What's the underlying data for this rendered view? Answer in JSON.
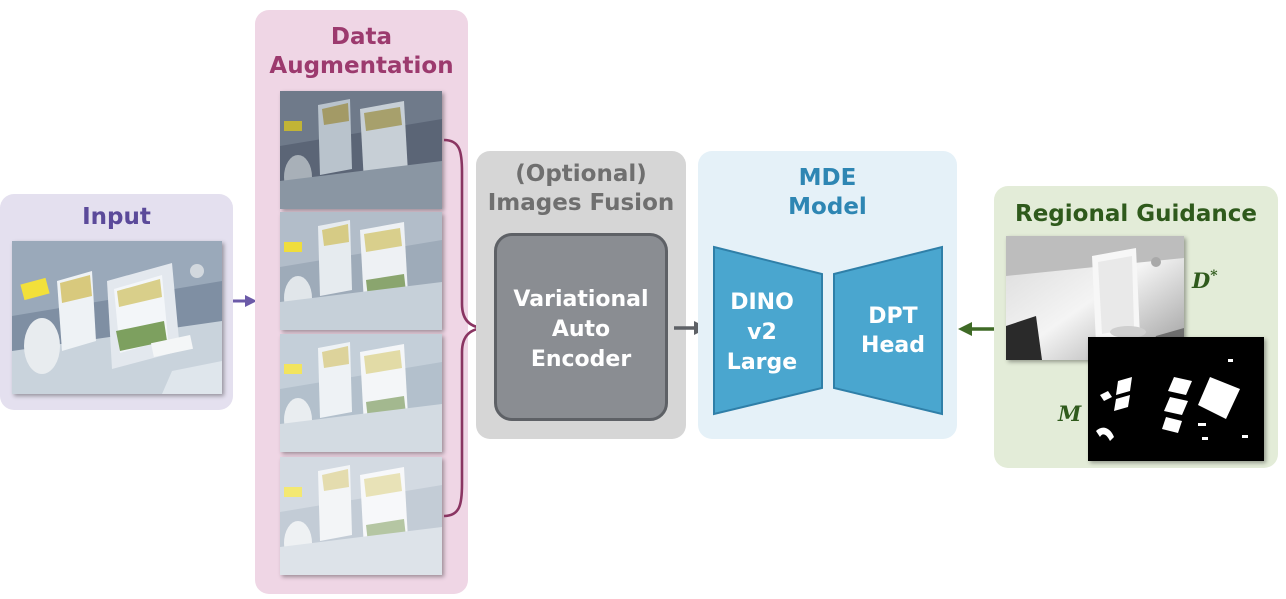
{
  "input": {
    "title": "Input"
  },
  "augmentation": {
    "title_line1": "Data",
    "title_line2": "Augmentation"
  },
  "fusion": {
    "title_line1": "(Optional)",
    "title_line2": "Images Fusion",
    "box_line1": "Variational",
    "box_line2": "Auto",
    "box_line3": "Encoder"
  },
  "mde": {
    "title_line1": "MDE",
    "title_line2": "Model",
    "encoder_line1": "DINO",
    "encoder_line2": "v2",
    "encoder_line3": "Large",
    "decoder_line1": "DPT",
    "decoder_line2": "Head"
  },
  "guidance": {
    "title": "Regional Guidance",
    "depth_label": "D",
    "depth_superscript": "*",
    "mask_label": "M"
  },
  "colors": {
    "input_panel": "#e4e0ef",
    "input_title": "#5b4a9a",
    "augmentation_panel": "#efd6e5",
    "augmentation_title": "#9c3a6e",
    "fusion_panel": "#d6d6d6",
    "fusion_title": "#6f6f6f",
    "vae_box": "#8a8d92",
    "mde_panel": "#e5f1f8",
    "mde_title": "#2e86b3",
    "mde_block": "#4aa6cf",
    "guidance_panel": "#e3ecd8",
    "guidance_title": "#2f5a1c"
  }
}
